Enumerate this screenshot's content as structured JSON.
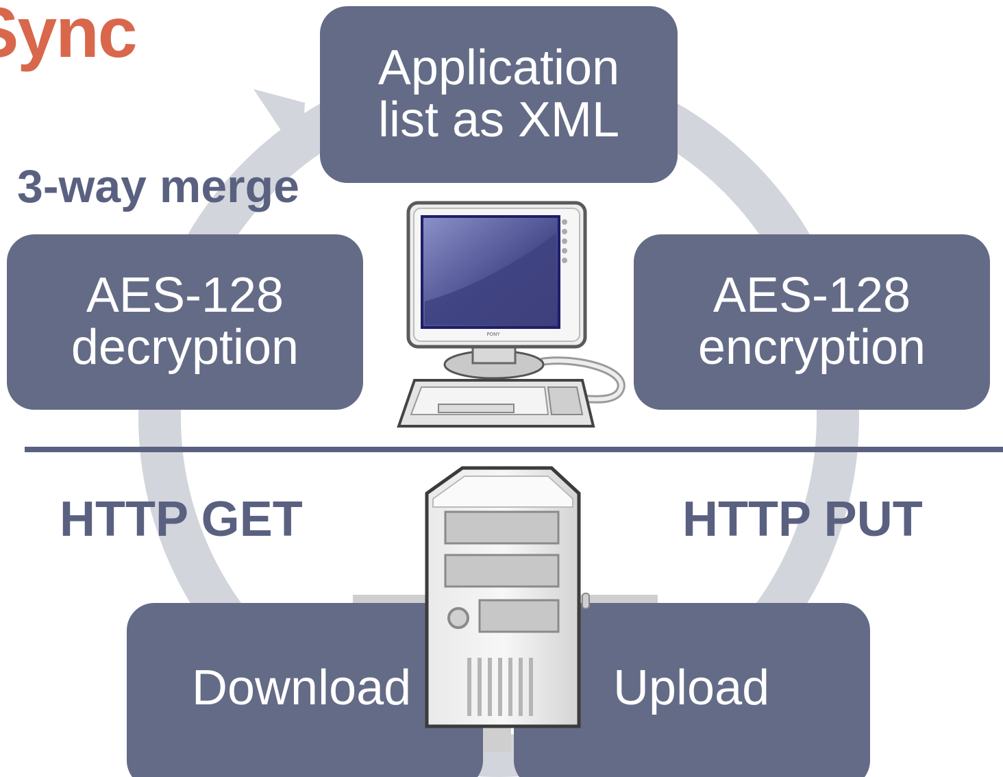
{
  "title": {
    "text": "Sync"
  },
  "nodes": {
    "app_list": {
      "line1": "Application",
      "line2": "list as XML"
    },
    "decryption": {
      "line1": "AES-128",
      "line2": "decryption"
    },
    "encryption": {
      "line1": "AES-128",
      "line2": "encryption"
    },
    "download": {
      "label": "Download"
    },
    "upload": {
      "label": "Upload"
    }
  },
  "edge_labels": {
    "merge": "3-way merge",
    "get": "HTTP GET",
    "put": "HTTP PUT"
  },
  "icons": {
    "computer": "desktop-computer-icon",
    "server": "server-tower-icon",
    "monitor_brand": "PONY"
  },
  "colors": {
    "box": "#646b87",
    "label": "#5a6180",
    "title": "#d9674c",
    "cycle": "#d3d5dc"
  }
}
